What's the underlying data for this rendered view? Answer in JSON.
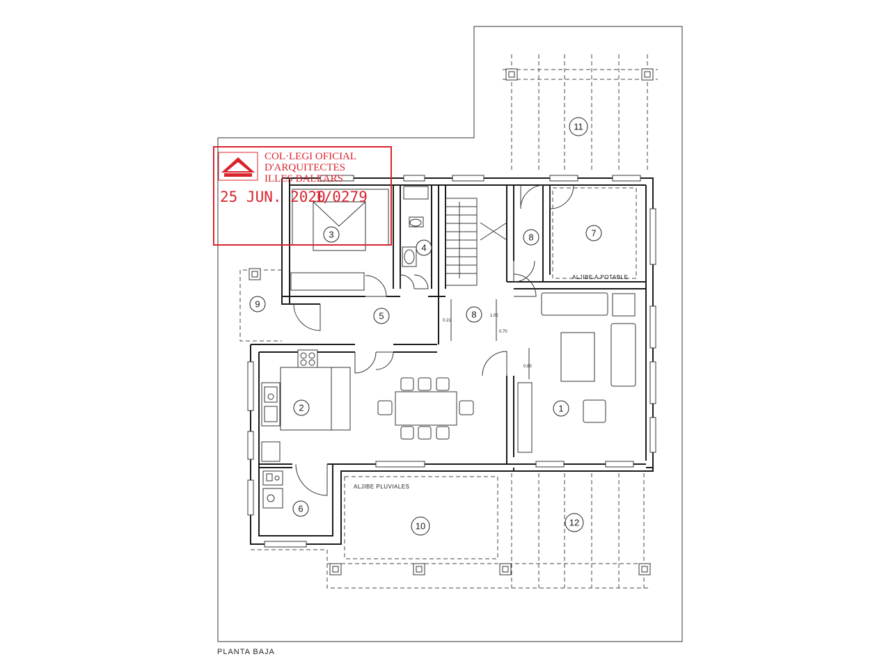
{
  "drawing": {
    "title": "PLANTA BAJA",
    "rooms": [
      {
        "id": "1",
        "label": "1"
      },
      {
        "id": "2",
        "label": "2"
      },
      {
        "id": "3",
        "label": "3"
      },
      {
        "id": "4",
        "label": "4"
      },
      {
        "id": "5",
        "label": "5"
      },
      {
        "id": "6",
        "label": "6"
      },
      {
        "id": "7",
        "label": "7"
      },
      {
        "id": "8a",
        "label": "8"
      },
      {
        "id": "8b",
        "label": "8"
      },
      {
        "id": "9",
        "label": "9"
      },
      {
        "id": "10",
        "label": "10"
      },
      {
        "id": "11",
        "label": "11"
      },
      {
        "id": "12",
        "label": "12"
      }
    ],
    "annotations": {
      "aljibe_potable": "ALJIBE A.POTABLE",
      "aljibe_pluviales": "ALJIBE PLUVIALES"
    },
    "dimensions": {
      "d1": "1.05",
      "d2": "0.21",
      "d3": "0.70",
      "d4": "0.80"
    }
  },
  "stamp": {
    "line1": "COL·LEGI OFICIAL",
    "line2": "D'ARQUITECTES",
    "line3": "ILLES BALEARS",
    "date": "25 JUN. 2020",
    "number": "1/0279",
    "color": "#d9232d"
  }
}
